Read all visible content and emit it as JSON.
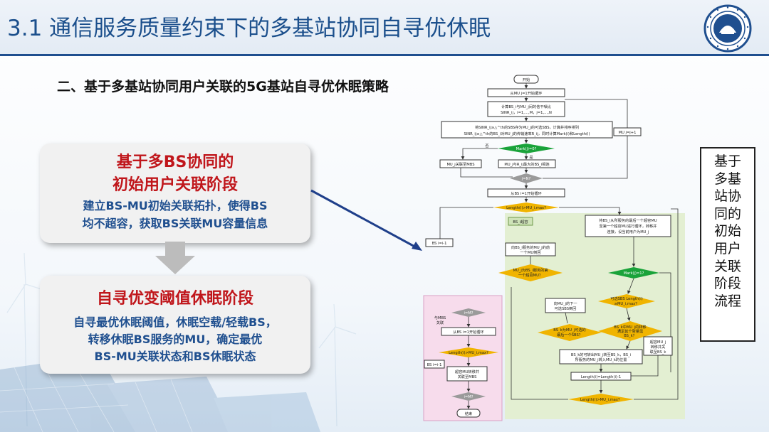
{
  "header": {
    "title": "3.1 通信服务质量约束下的多基站协同自寻优休眠"
  },
  "subtitle": "二、基于多基站协同用户关联的5G基站自寻优休眠策略",
  "stage1": {
    "title_line1": "基于多BS协同的",
    "title_line2": "初始用户关联阶段",
    "body_line1": "建立BS-MU初始关联拓扑，使得BS",
    "body_line2": "均不超容，获取BS关联MU容量信息"
  },
  "stage2": {
    "title": "自寻优变阈值休眠阶段",
    "body_line1": "自寻最优休眠阈值，休眠空载/轻载BS，",
    "body_line2": "转移休眠BS服务的MU，确定最优",
    "body_line3": "BS-MU关联状态和BS休眠状态"
  },
  "side_panel": {
    "lines": [
      "基于",
      "多基",
      "站协",
      "同的",
      "初始",
      "用户",
      "关联",
      "阶段",
      "流程"
    ]
  },
  "flowchart": {
    "start": "开始",
    "loop_mu": "从MU j=1开始循环",
    "calc_sinr_1": "计算BS_i与MU_j间的信干噪比",
    "calc_sinr_2": "SINR_ij，i=1,…,M，j=1,…,N",
    "select_1": "将SINR_ij≥△^th的SBS存为MU_j的可选SBS，计算并排序排列",
    "select_2": "SINR_ij≥△^th的BS_i对MU_j的传输速率R_ij，同时计算Mark(i)和Length(i)",
    "mu_next": "MU j=j+1",
    "cond_mark": "Mark(j)=0?",
    "no": "否",
    "yes": "是",
    "assoc_mbs": "MU_j关联至MBS",
    "assoc_max": "MU_j与R_ij最大的BS_i相连",
    "cond_jn": "j=N?",
    "loop_bs": "从BS i=1开始循环",
    "cond_len": "Length(i)>MU_i,max?",
    "bs_next": "BS i=i-1",
    "transfer_1": "将BS_i从所服务的最后一个超容MU",
    "transfer_2": "至第一个超容MU进行循环，转移并",
    "transfer_3": "连接，设当前用户为MU_j",
    "overload": "BS_i超容",
    "prev_mu_1": "向BS_i服务的MU_j的前",
    "prev_mu_2": "一个MU倒回",
    "cond_first_1": "MU_j为BS_i服务的第",
    "cond_first_2": "一个超容MU？",
    "cond_mark2": "Mark(j)=1?",
    "next_sbs_1": "向MU_j的下一",
    "next_sbs_2": "可选SBS倒回",
    "cond_sbs_1": "可选SBS Length(i)",
    "cond_sbs_2": "≥MU_i,max？",
    "cond_last_1": "BS_k为MU_j可选的",
    "cond_last_2": "最后一个SBS？",
    "cond_ok_1": "BS_k中MU_j的转移",
    "cond_ok_2": "满足其个容量需",
    "cond_ok_3": "BS_k？",
    "assoc_k_1": "超容MU_j",
    "assoc_k_2": "转移并关",
    "assoc_k_3": "联至BS_k",
    "swap_1": "BS_k的可转出MU_j转至BS_k，BS_i",
    "swap_2": "所服务的MU_j转入MU_k的位置",
    "len_dec": "Length(i)=Length(i)-1",
    "cond_len2": "Length(i)>MU_i,max？",
    "cond_im": "i=M?",
    "mbs_label_1": "与MBS",
    "mbs_label_2": "关联",
    "loop_bs2": "从BS i=1开始循环",
    "cond_len3": "Length(i)>MU_i,max?",
    "bs_next2": "BS i=i-1",
    "to_mbs_1": "超容MU转移并",
    "to_mbs_2": "关联至MBS",
    "cond_im2": "i=M?",
    "end": "结束"
  },
  "colors": {
    "title_blue": "#1b4f8c",
    "stage_red": "#c0161b",
    "body_blue": "#1f4f8f",
    "flow_green": "#1aa33a",
    "flow_yellow": "#f0b400",
    "flow_gray": "#9a9a9a",
    "zone_green": "#e3efd2",
    "zone_pink": "#f7dcec"
  }
}
